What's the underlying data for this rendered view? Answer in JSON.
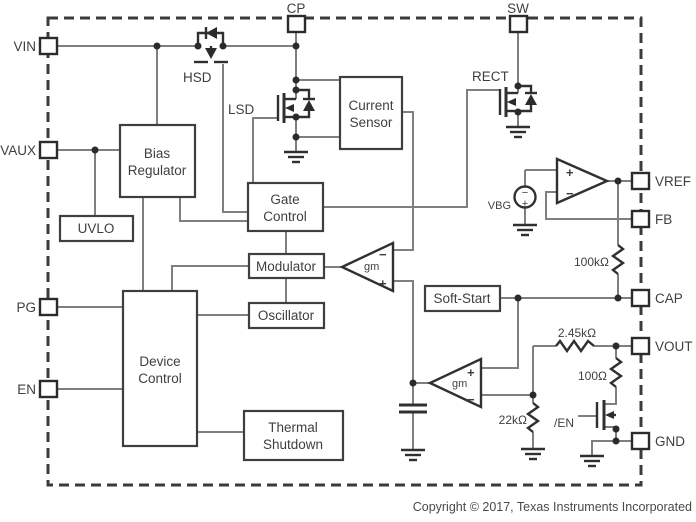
{
  "pins": {
    "vin": "VIN",
    "vaux": "VAUX",
    "pg": "PG",
    "en": "EN",
    "cp": "CP",
    "sw": "SW",
    "vref": "VREF",
    "fb": "FB",
    "cap": "CAP",
    "vout": "VOUT",
    "gnd": "GND"
  },
  "blocks": {
    "bias1": "Bias",
    "bias2": "Regulator",
    "uvlo": "UVLO",
    "gate1": "Gate",
    "gate2": "Control",
    "modulator": "Modulator",
    "oscillator": "Oscillator",
    "device1": "Device",
    "device2": "Control",
    "soft_start": "Soft-Start",
    "thermal1": "Thermal",
    "thermal2": "Shutdown",
    "current1": "Current",
    "current2": "Sensor"
  },
  "transistors": {
    "hsd": "HSD",
    "lsd": "LSD",
    "rect": "RECT",
    "en_fet": "/EN"
  },
  "amps": {
    "gm_label": "gm",
    "plus": "+",
    "minus": "−"
  },
  "source": {
    "vbg": "VBG",
    "plus": "+",
    "minus": "−"
  },
  "resistors": {
    "r_100k": "100kΩ",
    "r_2450": "2.45kΩ",
    "r_100": "100Ω",
    "r_22k": "22kΩ"
  },
  "footer": {
    "copyright": "Copyright © 2017, Texas Instruments Incorporated"
  },
  "colors": {
    "wire": "#7f7f7f",
    "component": "#303030",
    "text": "#3f3f3f"
  }
}
